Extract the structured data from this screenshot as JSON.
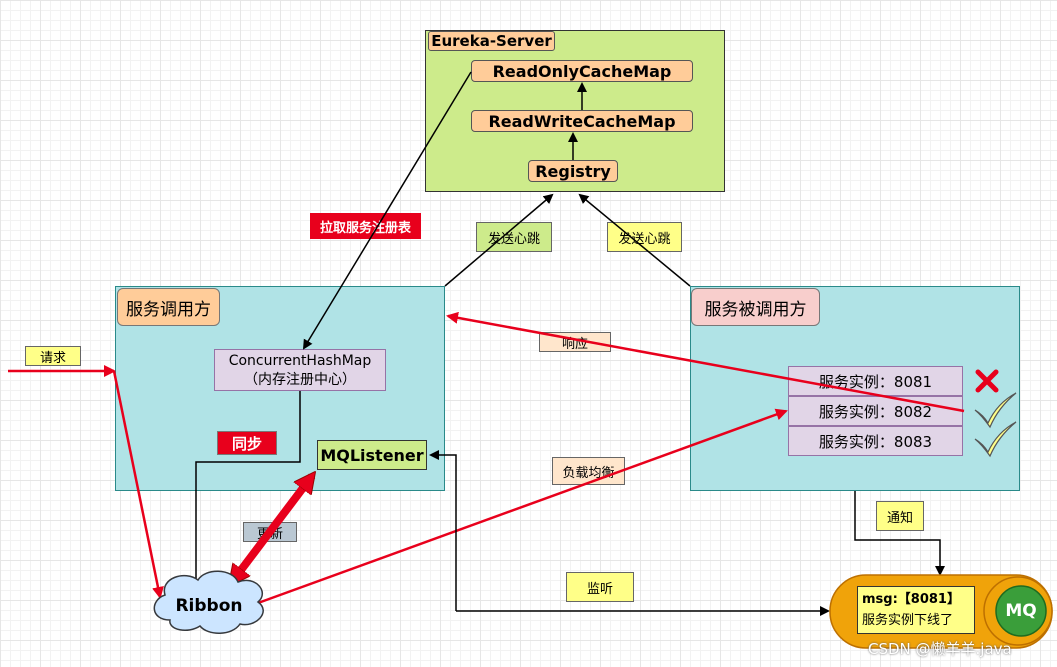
{
  "server": {
    "title": "Eureka-Server",
    "readonly": "ReadOnlyCacheMap",
    "readwrite": "ReadWriteCacheMap",
    "registry": "Registry"
  },
  "consumer": {
    "title": "服务调用方",
    "map_line1": "ConcurrentHashMap",
    "map_line2": "（内存注册中心）",
    "listener": "MQListener"
  },
  "provider": {
    "title": "服务被调用方",
    "instances": [
      "服务实例：8081",
      "服务实例：8082",
      "服务实例：8083"
    ]
  },
  "labels": {
    "request": "请求",
    "pull": "拉取服务注册表",
    "heartbeat_left": "发送心跳",
    "heartbeat_right": "发送心跳",
    "response": "响应",
    "sync": "同步",
    "update": "更新",
    "load_balance": "负载均衡",
    "notify": "通知",
    "listen": "监听"
  },
  "ribbon": "Ribbon",
  "mq": {
    "msg_line1": "msg:【8081】",
    "msg_line2": "服务实例下线了",
    "logo": "MQ"
  },
  "watermark": "CSDN @懒羊羊.java",
  "colors": {
    "accent_red": "#e8001c",
    "server_green": "#cdeb8b",
    "region_cyan": "#b0e3e6",
    "mq_orange": "#f0a30a"
  }
}
